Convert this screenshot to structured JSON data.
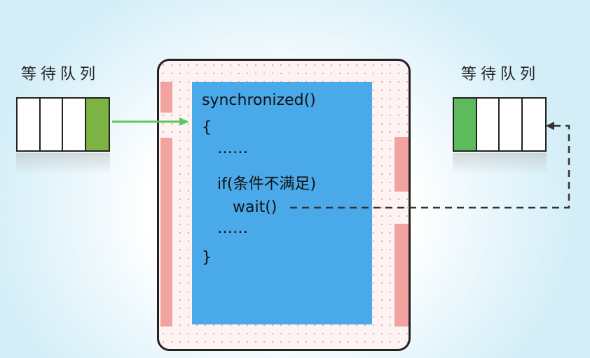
{
  "left_queue": {
    "title": "等待队列",
    "cells": 4,
    "highlighted_cell": 4
  },
  "right_queue": {
    "title": "等待队列",
    "cells": 4,
    "highlighted_cell": 1
  },
  "code": {
    "line1": "synchronized()",
    "line2": "{",
    "line3": "……",
    "line4": "if(条件不满足)",
    "line5": "wait()",
    "line6": "……",
    "line7": "}"
  },
  "colors": {
    "left_highlight": "#7cb342",
    "right_highlight": "#5dbb5d",
    "code_background": "#4aa9e8",
    "monitor_bar": "#f2a3a0",
    "arrow_green": "#5cc85c",
    "dashed_line": "#333333"
  }
}
